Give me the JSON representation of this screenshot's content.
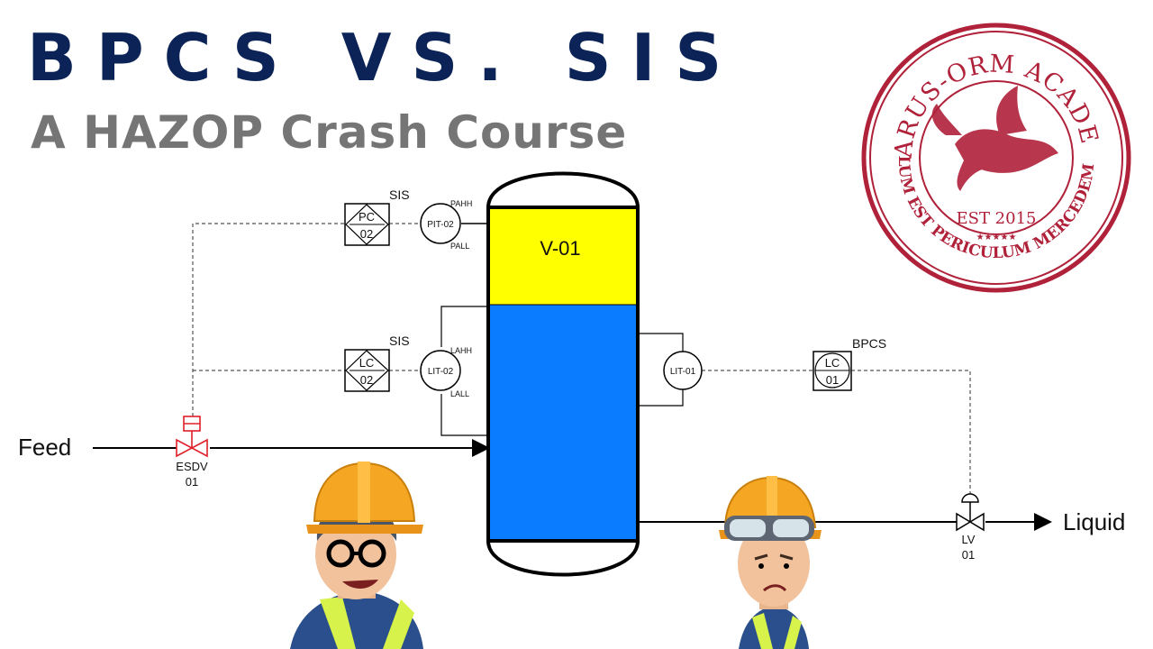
{
  "header": {
    "title": "BPCS VS. SIS",
    "subtitle": "A HAZOP Crash Course"
  },
  "seal": {
    "top_text": "ICARUS-ORM ACADEMY",
    "bottom_text": "NULLUM EST PERICULUM MERCEDEM NON",
    "center_text": "EST 2015",
    "stars": "★★★★★",
    "color": "#b0213a"
  },
  "diagram": {
    "vessel_label": "V-01",
    "feed_label": "Feed",
    "liquid_label": "Liquid",
    "esdv": {
      "line1": "ESDV",
      "line2": "01",
      "color": "#e0202a"
    },
    "lv": {
      "line1": "LV",
      "line2": "01"
    },
    "pit02": {
      "tag": "PIT-02",
      "alarm_high": "PAHH",
      "alarm_low": "PALL"
    },
    "pc02": {
      "line1": "PC",
      "line2": "02",
      "system": "SIS"
    },
    "lit02": {
      "tag": "LIT-02",
      "alarm_high": "LAHH",
      "alarm_low": "LALL"
    },
    "lc02": {
      "line1": "LC",
      "line2": "02",
      "system": "SIS"
    },
    "lit01": {
      "tag": "LIT-01"
    },
    "lc01": {
      "line1": "LC",
      "line2": "01",
      "system": "BPCS"
    },
    "colors": {
      "gas": "#ffff00",
      "liquid": "#0a7cff"
    }
  }
}
